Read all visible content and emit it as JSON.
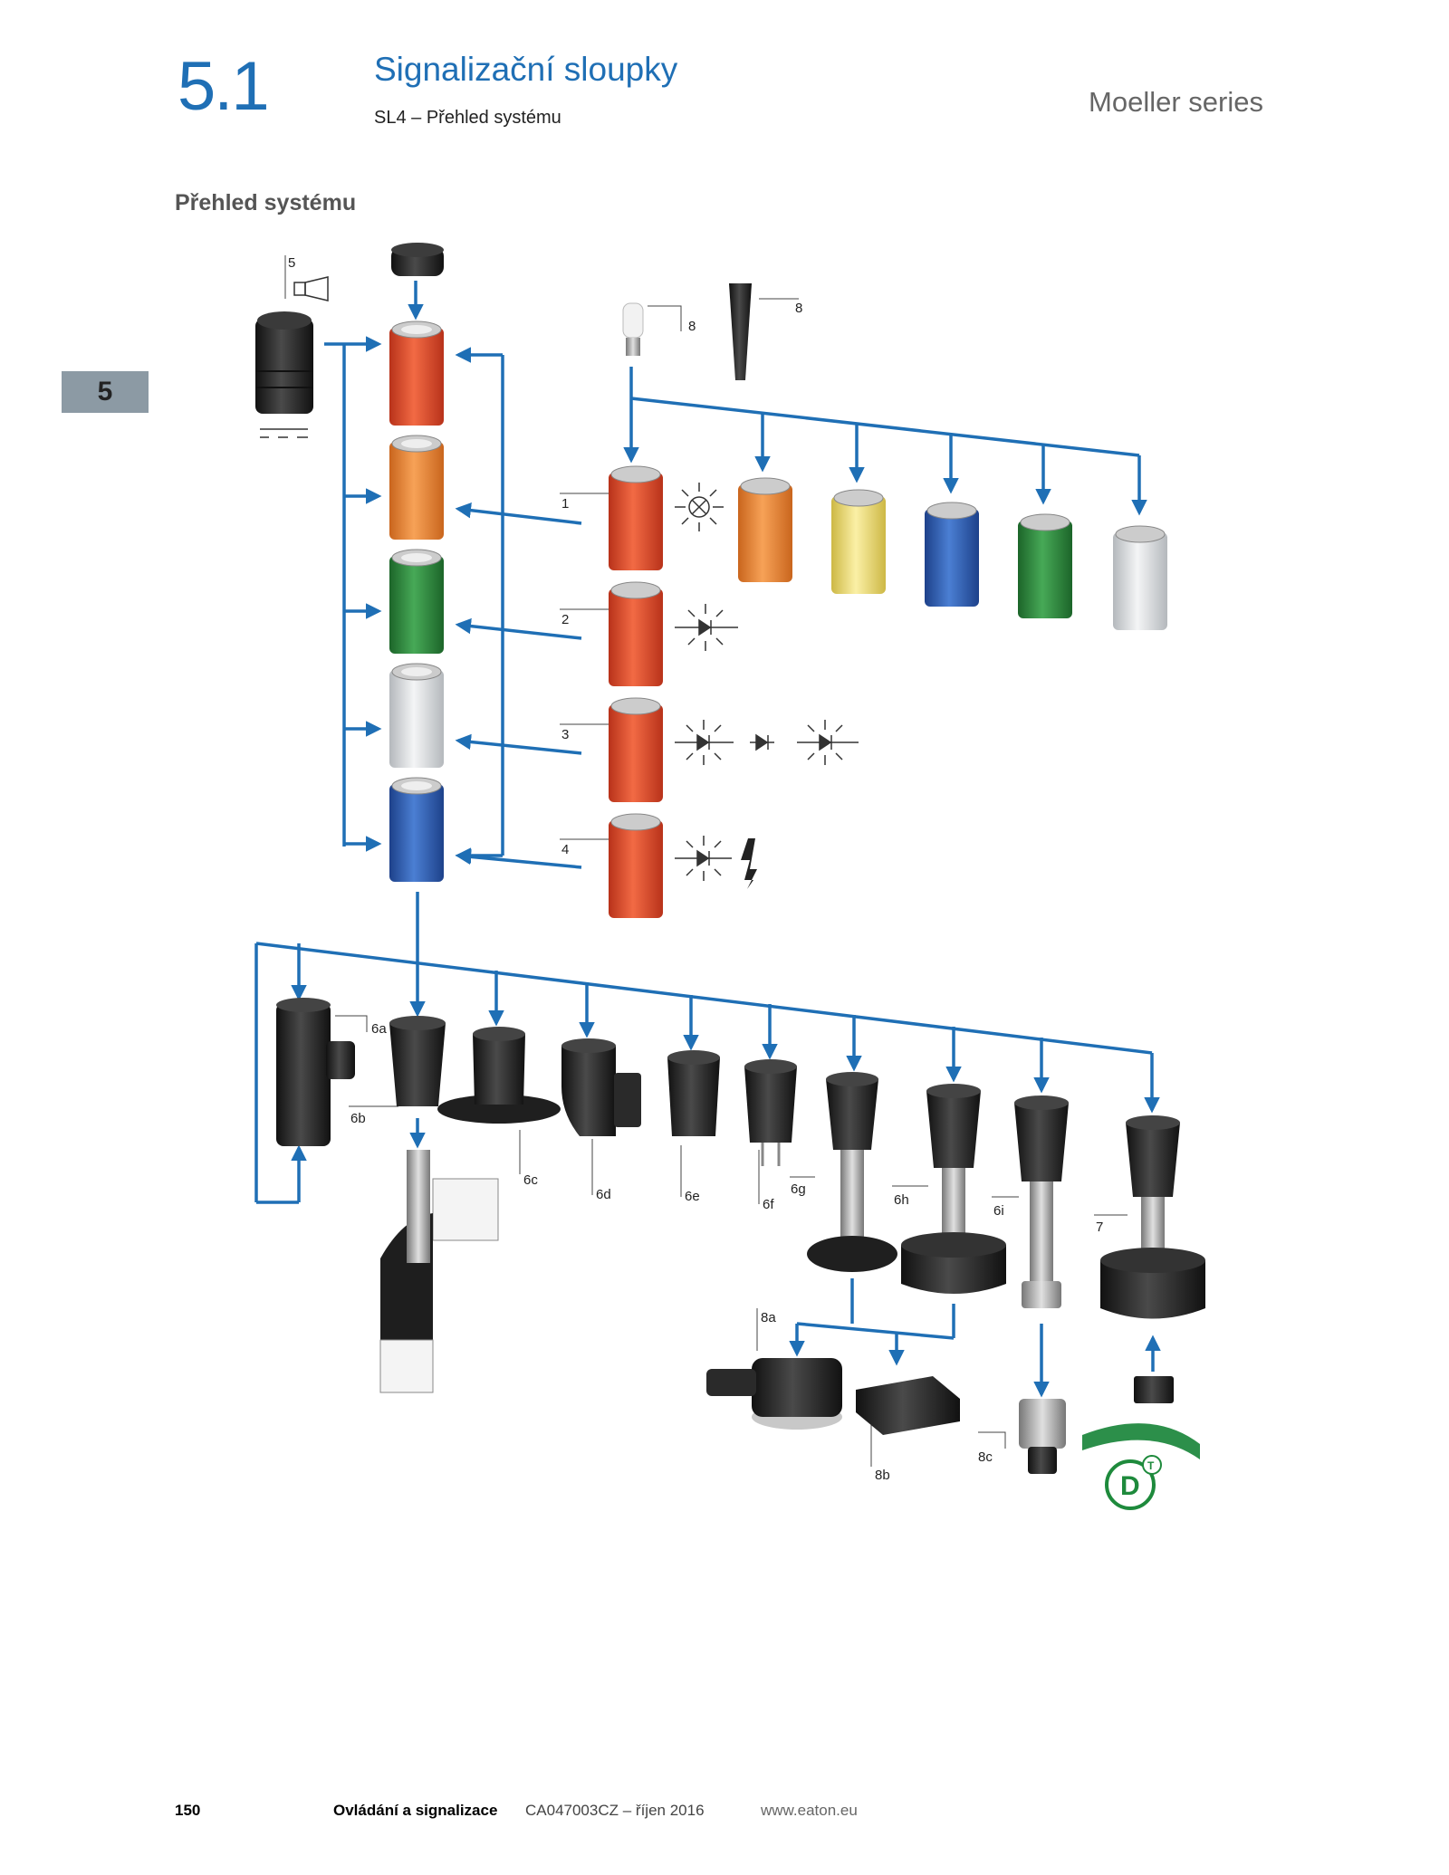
{
  "header": {
    "section_number": "5.1",
    "title": "Signalizační sloupky",
    "subtitle": "SL4 – Přehled systému",
    "series": "Moeller series"
  },
  "section_heading": "Přehled systému",
  "side_tab": "5",
  "footer": {
    "page": "150",
    "category": "Ovládání a signalizace",
    "catalog": "CA047003CZ – říjen 2016",
    "website": "www.eaton.eu"
  },
  "callouts": {
    "c1": "1",
    "c2": "2",
    "c3": "3",
    "c4": "4",
    "c5": "5",
    "c8_bulb": "8",
    "c8_tool": "8",
    "c6a": "6a",
    "c6b": "6b",
    "c6c": "6c",
    "c6d": "6d",
    "c6e": "6e",
    "c6f": "6f",
    "c6g": "6g",
    "c6h": "6h",
    "c6i": "6i",
    "c7": "7",
    "c8a": "8a",
    "c8b": "8b",
    "c8c": "8c"
  },
  "colors": {
    "accent": "#1f6fb5",
    "red": "#e8552e",
    "orange": "#f08a35",
    "yellow": "#f3e27a",
    "blue": "#2f63b8",
    "green": "#2f8e3e",
    "white": "#e4e6e8",
    "black": "#2a2a2a",
    "tab": "#8c9aa4",
    "logo_green": "#1e8a3c"
  },
  "icons": {
    "horn": "horn-icon",
    "lamp": "incandescent-lamp-icon",
    "led": "led-icon",
    "flash": "flash-arrow-icon",
    "logo": "d-t-certification-logo"
  }
}
